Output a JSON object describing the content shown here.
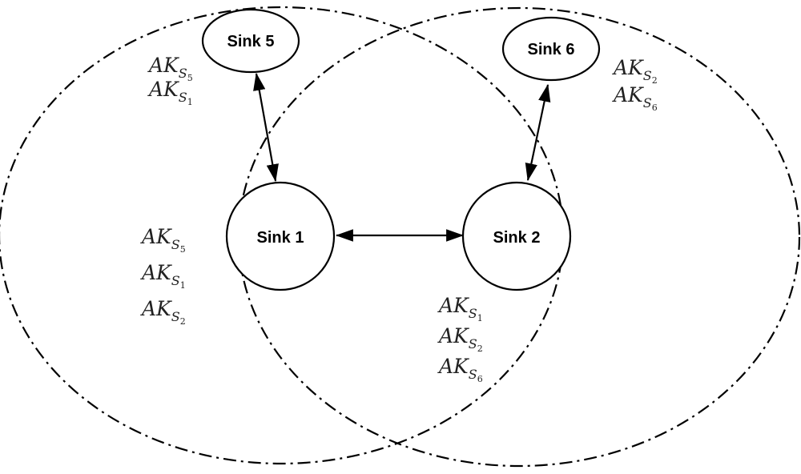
{
  "nodes": {
    "sink5": "Sink 5",
    "sink6": "Sink 6",
    "sink1": "Sink 1",
    "sink2": "Sink 2"
  },
  "key_groups": {
    "sink5": [
      {
        "base": "AK",
        "sub": "S",
        "idx": "5"
      },
      {
        "base": "AK",
        "sub": "S",
        "idx": "1"
      }
    ],
    "sink6": [
      {
        "base": "AK",
        "sub": "S",
        "idx": "2"
      },
      {
        "base": "AK",
        "sub": "S",
        "idx": "6"
      }
    ],
    "sink1": [
      {
        "base": "AK",
        "sub": "S",
        "idx": "5"
      },
      {
        "base": "AK",
        "sub": "S",
        "idx": "1"
      },
      {
        "base": "AK",
        "sub": "S",
        "idx": "2"
      }
    ],
    "sink2": [
      {
        "base": "AK",
        "sub": "S",
        "idx": "1"
      },
      {
        "base": "AK",
        "sub": "S",
        "idx": "2"
      },
      {
        "base": "AK",
        "sub": "S",
        "idx": "6"
      }
    ]
  },
  "colors": {
    "stroke": "#000000",
    "text": "#222222"
  }
}
